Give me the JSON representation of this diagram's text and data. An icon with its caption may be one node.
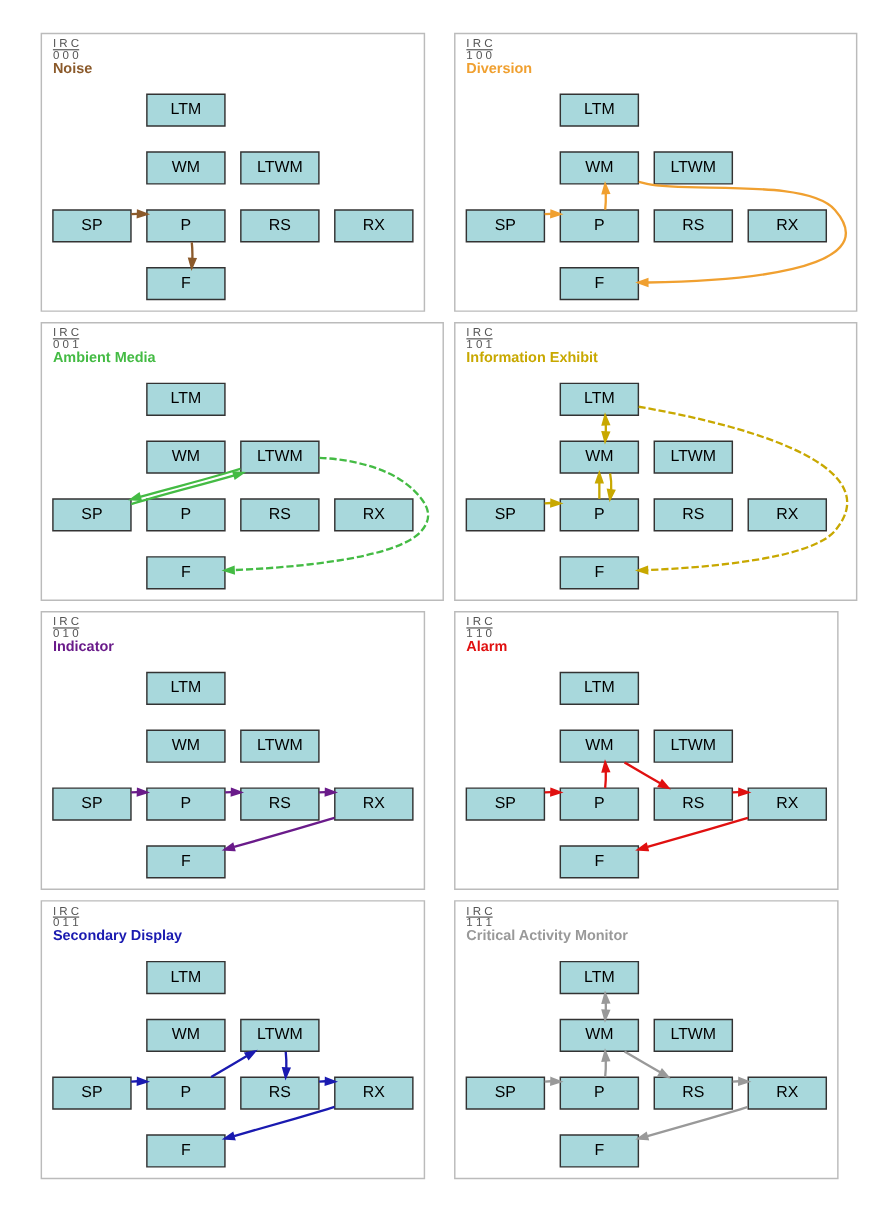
{
  "diagram": {
    "nodes": [
      {
        "text": [
          "I R C",
          "0 0 0",
          "Noise"
        ]
      },
      {
        "text": [
          "LTM"
        ],
        "in": 0
      },
      {
        "text": [
          "LTWM"
        ],
        "in": 0
      },
      {
        "text": [
          "WM"
        ],
        "in": 0
      },
      {
        "text": [
          "SP"
        ],
        "in": 0
      },
      {
        "text": [
          "P"
        ],
        "in": 0
      },
      {
        "text": [
          "RS"
        ],
        "in": 0
      },
      {
        "text": [
          "RX"
        ],
        "in": 0
      },
      {
        "text": [
          "F"
        ],
        "in": 0
      },
      {
        "text": [
          "I R C",
          "1 0 0",
          "Diversion"
        ]
      },
      {
        "text": [
          "LTM"
        ],
        "in": 9
      },
      {
        "text": [
          "LTWM"
        ],
        "in": 9
      },
      {
        "text": [
          "WM"
        ],
        "in": 9
      },
      {
        "text": [
          "SP"
        ],
        "in": 9
      },
      {
        "text": [
          "P"
        ],
        "in": 9
      },
      {
        "text": [
          "RS"
        ],
        "in": 9
      },
      {
        "text": [
          "RX"
        ],
        "in": 9
      },
      {
        "text": [
          "F"
        ],
        "in": 9
      },
      {
        "text": [
          "I R C",
          "0 0 1",
          "Ambient Media"
        ]
      },
      {
        "text": [
          "LTM"
        ],
        "in": 18
      },
      {
        "text": [
          "LTWM"
        ],
        "in": 18
      },
      {
        "text": [
          "WM"
        ],
        "in": 18
      },
      {
        "text": [
          "SP"
        ],
        "in": 18
      },
      {
        "text": [
          "P"
        ],
        "in": 18
      },
      {
        "text": [
          "RS"
        ],
        "in": 18
      },
      {
        "text": [
          "RX"
        ],
        "in": 18
      },
      {
        "text": [
          "F"
        ],
        "in": 18
      },
      {
        "text": [
          "I R C",
          "1 0 1",
          "Information Exhibit"
        ]
      },
      {
        "text": [
          "LTM"
        ],
        "in": 27
      },
      {
        "text": [
          "LTWM"
        ],
        "in": 27
      },
      {
        "text": [
          "WM"
        ],
        "in": 27
      },
      {
        "text": [
          "SP"
        ],
        "in": 27
      },
      {
        "text": [
          "P"
        ],
        "in": 27
      },
      {
        "text": [
          "RS"
        ],
        "in": 27
      },
      {
        "text": [
          "RX"
        ],
        "in": 27
      },
      {
        "text": [
          "F"
        ],
        "in": 27
      },
      {
        "text": [
          "I R C",
          "0 1 0",
          "Indicator"
        ]
      },
      {
        "text": [
          "LTM"
        ],
        "in": 36
      },
      {
        "text": [
          "LTWM"
        ],
        "in": 36
      },
      {
        "text": [
          "WM"
        ],
        "in": 36
      },
      {
        "text": [
          "SP"
        ],
        "in": 36
      },
      {
        "text": [
          "P"
        ],
        "in": 36
      },
      {
        "text": [
          "RS"
        ],
        "in": 36
      },
      {
        "text": [
          "RX"
        ],
        "in": 36
      },
      {
        "text": [
          "F"
        ],
        "in": 36
      },
      {
        "text": [
          "I R C",
          "1 1 0",
          "Alarm"
        ]
      },
      {
        "text": [
          "LTM"
        ],
        "in": 45
      },
      {
        "text": [
          "LTWM"
        ],
        "in": 45
      },
      {
        "text": [
          "WM"
        ],
        "in": 45
      },
      {
        "text": [
          "SP"
        ],
        "in": 45
      },
      {
        "text": [
          "P"
        ],
        "in": 45
      },
      {
        "text": [
          "RS"
        ],
        "in": 45
      },
      {
        "text": [
          "RX"
        ],
        "in": 45
      },
      {
        "text": [
          "F"
        ],
        "in": 45
      },
      {
        "text": [
          "I R C",
          "0 1 1",
          "Secondary Display"
        ]
      },
      {
        "text": [
          "LTM"
        ],
        "in": 54
      },
      {
        "text": [
          "LTWM"
        ],
        "in": 54
      },
      {
        "text": [
          "WM"
        ],
        "in": 54
      },
      {
        "text": [
          "SP"
        ],
        "in": 54
      },
      {
        "text": [
          "P"
        ],
        "in": 54
      },
      {
        "text": [
          "RS"
        ],
        "in": 54
      },
      {
        "text": [
          "RX"
        ],
        "in": 54
      },
      {
        "text": [
          "F"
        ],
        "in": 54
      },
      {
        "text": [
          "I R C",
          "1 1 1",
          "Critical Activity Monitor"
        ]
      },
      {
        "text": [
          "LTM"
        ],
        "in": 63
      },
      {
        "text": [
          "LTWM"
        ],
        "in": 63
      },
      {
        "text": [
          "WM"
        ],
        "in": 63
      },
      {
        "text": [
          "SP"
        ],
        "in": 63
      },
      {
        "text": [
          "P"
        ],
        "in": 63
      },
      {
        "text": [
          "RS"
        ],
        "in": 63
      },
      {
        "text": [
          "RX"
        ],
        "in": 63
      },
      {
        "text": [
          "F"
        ],
        "in": 63
      }
    ],
    "edges": [
      {
        "from": 4,
        "to": 5,
        "arrow": "to",
        "color": "#8b5a2b"
      },
      {
        "from": 5,
        "to": 8,
        "arrow": "to",
        "color": "#8b5a2b"
      },
      {
        "from": 13,
        "to": 14,
        "arrow": "to",
        "color": "#f0a030"
      },
      {
        "from": 14,
        "to": 12,
        "arrow": "to",
        "color": "#f0a030"
      },
      {
        "from": 12,
        "to": 17,
        "arrow": "to",
        "color": "#f0a030"
      },
      {
        "from": 22,
        "to": 20,
        "arrow": "to",
        "color": "#44bb44"
      },
      {
        "from": 20,
        "to": 22,
        "arrow": "to",
        "color": "#44bb44"
      },
      {
        "from": 20,
        "to": 26,
        "arrow": "to",
        "style": "dashed",
        "color": "#44bb44"
      },
      {
        "from": 31,
        "to": 32,
        "arrow": "to",
        "color": "#c8a800"
      },
      {
        "from": 32,
        "to": 30,
        "arrow": "to",
        "color": "#c8a800"
      },
      {
        "from": 30,
        "to": 32,
        "arrow": "to",
        "color": "#c8a800"
      },
      {
        "from": 28,
        "to": 30,
        "arrow": "both",
        "color": "#c8a800"
      },
      {
        "from": 28,
        "to": 35,
        "arrow": "to",
        "style": "dashed",
        "color": "#c8a800"
      },
      {
        "from": 40,
        "to": 41,
        "arrow": "to",
        "color": "#6a1b8a"
      },
      {
        "from": 41,
        "to": 42,
        "arrow": "to",
        "color": "#6a1b8a"
      },
      {
        "from": 42,
        "to": 43,
        "arrow": "to",
        "color": "#6a1b8a"
      },
      {
        "from": 43,
        "to": 44,
        "arrow": "to",
        "color": "#6a1b8a"
      },
      {
        "from": 49,
        "to": 50,
        "arrow": "to",
        "color": "#e01010"
      },
      {
        "from": 50,
        "to": 48,
        "arrow": "to",
        "color": "#e01010"
      },
      {
        "from": 48,
        "to": 51,
        "arrow": "to",
        "color": "#e01010"
      },
      {
        "from": 51,
        "to": 52,
        "arrow": "to",
        "color": "#e01010"
      },
      {
        "from": 52,
        "to": 53,
        "arrow": "to",
        "color": "#e01010"
      },
      {
        "from": 58,
        "to": 59,
        "arrow": "to",
        "color": "#1a1ab0"
      },
      {
        "from": 59,
        "to": 56,
        "arrow": "to",
        "color": "#1a1ab0"
      },
      {
        "from": 56,
        "to": 60,
        "arrow": "to",
        "color": "#1a1ab0"
      },
      {
        "from": 60,
        "to": 61,
        "arrow": "to",
        "color": "#1a1ab0"
      },
      {
        "from": 61,
        "to": 62,
        "arrow": "to",
        "color": "#1a1ab0"
      },
      {
        "from": 67,
        "to": 68,
        "arrow": "to",
        "color": "#999999"
      },
      {
        "from": 68,
        "to": 66,
        "arrow": "to",
        "color": "#999999"
      },
      {
        "from": 64,
        "to": 66,
        "arrow": "both",
        "color": "#999999"
      },
      {
        "from": 66,
        "to": 69,
        "arrow": "to",
        "color": "#999999"
      },
      {
        "from": 69,
        "to": 70,
        "arrow": "to",
        "color": "#999999"
      },
      {
        "from": 70,
        "to": 71,
        "arrow": "to",
        "color": "#999999"
      }
    ]
  }
}
